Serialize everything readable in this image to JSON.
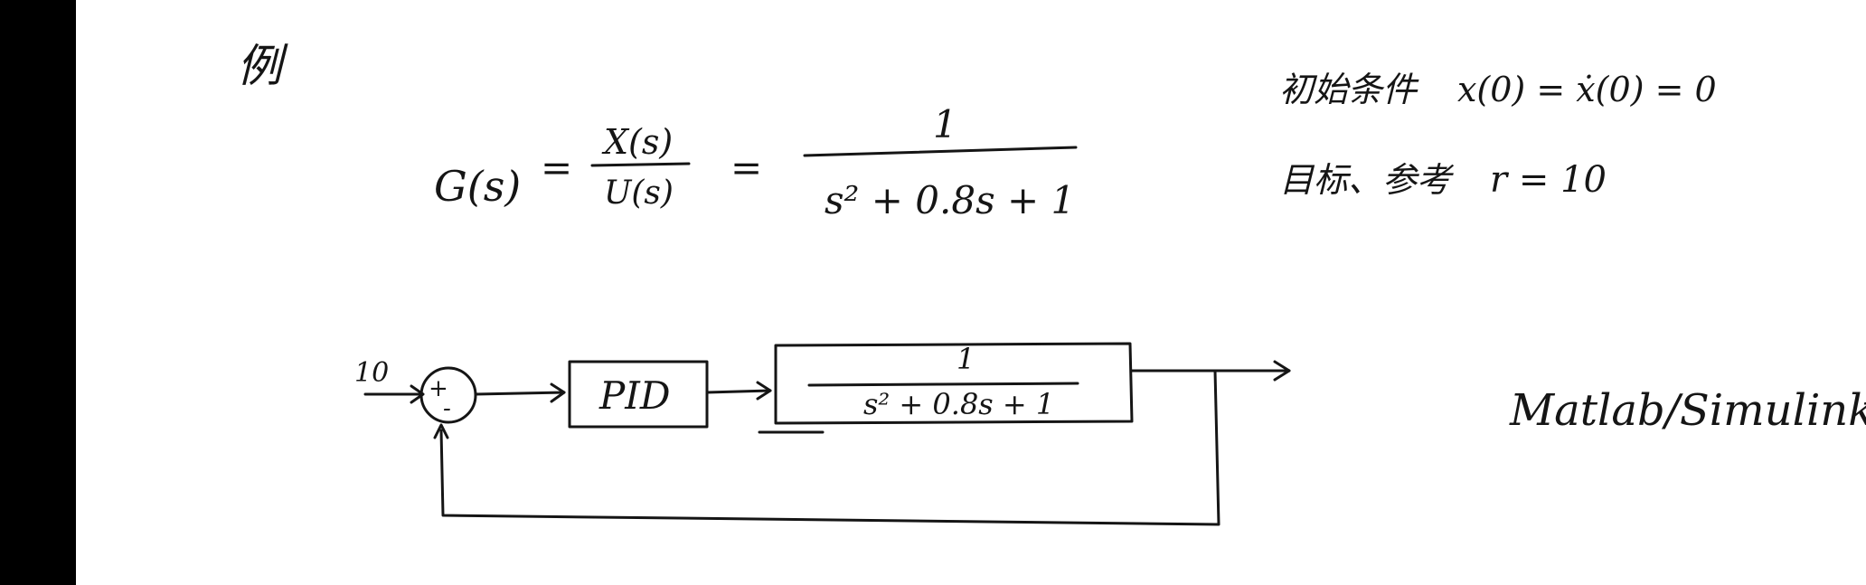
{
  "example_label": "例",
  "transfer_function": {
    "lhs": "G(s)",
    "eq1": "=",
    "ratio_num": "X(s)",
    "ratio_den": "U(s)",
    "eq2": "=",
    "num": "1",
    "den": "s² + 0.8s + 1"
  },
  "conditions": {
    "initial_label": "初始条件",
    "initial_value": "x(0) = ẋ(0) = 0",
    "target_label": "目标、参考",
    "target_value": "r = 10"
  },
  "block_diagram": {
    "input_value": "10",
    "sum_plus": "+",
    "sum_minus": "-",
    "controller_label": "PID",
    "plant_num": "1",
    "plant_den": "s² + 0.8s + 1"
  },
  "tool_label": "Matlab/Simulink",
  "colors": {
    "background": "#000000",
    "board": "#ffffff",
    "ink": "#151515"
  }
}
